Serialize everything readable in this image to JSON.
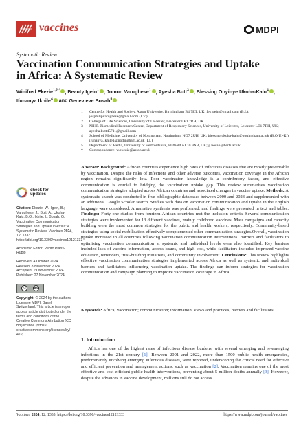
{
  "header": {
    "journal": "vaccines",
    "publisher": "MDPI",
    "colors": {
      "journal": "#c9332c"
    }
  },
  "article": {
    "type": "Systematic Review",
    "title": "Vaccination Communication Strategies and Uptake in Africa: A Systematic Review"
  },
  "authors": [
    {
      "name": "Winifred Ekezie",
      "sup": "1,2,*",
      "orcid": true,
      "sep": ", "
    },
    {
      "name": "Beauty Igein",
      "sup": "1",
      "orcid": true,
      "sep": ", "
    },
    {
      "name": "Jomon Varughese",
      "sup": "1",
      "orcid": true,
      "sep": ", "
    },
    {
      "name": "Ayesha Butt",
      "sup": "3",
      "orcid": true,
      "sep": ", "
    },
    {
      "name": "Blessing Onyinye Ukoha-Kalu",
      "sup": "4",
      "orcid": true,
      "sep": ", "
    },
    {
      "name": "Ifunanya Ikhile",
      "sup": "4",
      "orcid": true,
      "sep": " and "
    },
    {
      "name": "Genevieve Bosah",
      "sup": "5",
      "orcid": true,
      "sep": ""
    }
  ],
  "affiliations": [
    {
      "num": "1",
      "text": "Centre for Health and Society, Aston University, Birmingham B4 7ET, UK; feyigein@gmail.com (B.I.); josphilipvarughese@gmail.com (J.V.)"
    },
    {
      "num": "2",
      "text": "College of Life Sciences, University of Leicester, Leicester LE1 7RH, UK"
    },
    {
      "num": "3",
      "text": "NIHR Biomedical Research Centre, Department of Respiratory Sciences, University of Leicester, Leicester LE1 7RH, UK; ayesha.butt45711@gmail.com"
    },
    {
      "num": "4",
      "text": "School of Medicine, University of Nottingham, Nottingham NG7 2UH, UK; blessing.ukoha-kalu@nottingham.ac.uk (B.O.U.-K.); ifunanya.ikhile1@nottingham.ac.uk (I.I.)"
    },
    {
      "num": "5",
      "text": "Department of Media, University of Hertfordshire, Hatfield AL10 9AB, UK; g.bosah@herts.ac.uk"
    },
    {
      "num": "*",
      "text": "Correspondence: w.ekezie@aston.ac.uk"
    }
  ],
  "abstract": {
    "bg_label": "Abstract: Background:",
    "bg_text": " African countries experience high rates of infectious diseases that are mostly preventable by vaccination. Despite the risks of infections and other adverse outcomes, vaccination coverage in the African region remains significantly low. Poor vaccination knowledge is a contributory factor, and effective communication is crucial to bridging the vaccination uptake gap. This review summarises vaccination communication strategies adopted across African countries and associated changes in vaccine uptake. ",
    "methods_label": "Methods:",
    "methods_text": " A systematic search was conducted in five bibliographic databases between 2000 and 2023 and supplemented with an additional Google Scholar search. Studies with data on vaccination communication and uptake in the English language were considered. A narrative synthesis was performed, and findings were presented in text and tables. ",
    "findings_label": "Findings:",
    "findings_text": " Forty-one studies from fourteen African countries met the inclusion criteria. Several communication strategies were implemented for 13 different vaccines, mainly childhood vaccines. Mass campaigns and capacity building were the most common strategies for the public and health workers, respectively. Community-based strategies using social mobilisation effectively complemented other communication strategies.Overall, vaccination uptake increased in all countries following vaccination communication interventions. Barriers and facilitators to optimising vaccination communication at systemic and individual levels were also identified. Key barriers included lack of vaccine information, access issues, and high cost, while facilitators included improved vaccine education, reminders, trust-building initiatives, and community involvement. ",
    "conclusions_label": "Conclusions:",
    "conclusions_text": " This review highlights effective vaccination communication strategies implemented across Africa as well as systemic and individual barriers and facilitators influencing vaccination uptake. The findings can inform strategies for vaccination communication and campaign planning to improve vaccination coverage in Africa."
  },
  "keywords": {
    "label": "Keywords:",
    "text": " Africa; vaccination; communication; information; views and practices; barriers and facilitators"
  },
  "sidebar": {
    "check_updates_line1": "check for",
    "check_updates_line2": "updates",
    "citation_label": "Citation:",
    "citation_text": " Ekezie, W.; Igein, B.; Varughese, J.; Butt, A.; Ukoha-Kalu, B.O.; Ikhile, I.; Bosah, G. Vaccination Communication Strategies and Uptake in Africa: A Systematic Review. ",
    "citation_journal": "Vaccines",
    "citation_year": " 2024",
    "citation_rest": ", 12, 1333. https://doi.org/10.3390/vaccines12121333",
    "editor": "Academic Editor: Pedro Plans-Rubió",
    "dates": [
      "Received: 4 October 2024",
      "Revised: 8 November 2024",
      "Accepted: 19 November 2024",
      "Published: 27 November 2024"
    ],
    "cc_labels": [
      "cc",
      "BY"
    ],
    "copyright_label": "Copyright:",
    "copyright_text": " © 2024 by the authors. Licensee MDPI, Basel, Switzerland. This article is an open access article distributed under the terms and conditions of the Creative Commons Attribution (CC BY) license (https:// creativecommons.org/licenses/by/ 4.0/)."
  },
  "intro": {
    "heading": "1. Introduction",
    "p1": "Africa has one of the highest rates of infectious disease burdens, with several emerging and re-emerging infections in the 21st century ",
    "r1": "[1]",
    "p2": ". Between 2001 and 2022, more than 1500 public health emergencies, predominantly involving emerging infectious diseases, were reported, underscoring the critical need for effective and efficient prevention and management actions, such as vaccination ",
    "r2": "[2]",
    "p3": ". Vaccination remains one of the most effective and cost-efficient public health interventions, preventing about 5 million deaths annually ",
    "r3": "[3]",
    "p4": ". However, despite the advances in vaccine development, millions still do not access"
  },
  "footer": {
    "journal": "Vaccines",
    "year": " 2024",
    "rest": ", 12, 1333. https://doi.org/10.3390/vaccines12121333",
    "url": "https://www.mdpi.com/journal/vaccines"
  }
}
